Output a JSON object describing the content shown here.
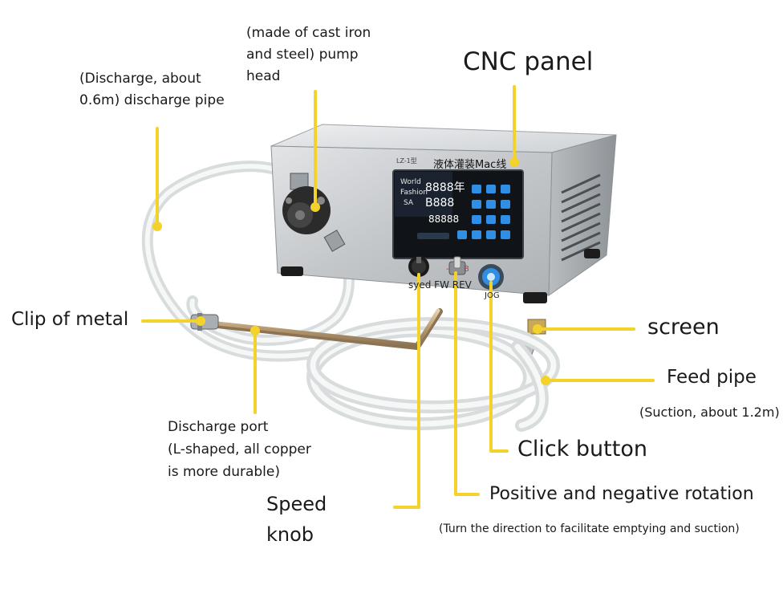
{
  "labels": {
    "pump_head": [
      "(made of cast iron",
      "and steel) pump",
      "head"
    ],
    "discharge_pipe": [
      "(Discharge, about",
      "0.6m) discharge pipe"
    ],
    "cnc_panel": "CNC panel",
    "clip_of_metal": "Clip of metal",
    "screen": "screen",
    "feed_pipe": "Feed pipe",
    "feed_pipe_note": "(Suction, about 1.2m)",
    "discharge_port": [
      "Discharge port",
      "(L-shaped, all copper",
      "is more durable)"
    ],
    "click_button": "Click button",
    "speed_knob": [
      "Speed",
      "knob"
    ],
    "rotation": "Positive and negative rotation",
    "rotation_note": "(Turn the direction to facilitate emptying and suction)"
  },
  "device": {
    "model_plate": "LZ-1型",
    "display_title": "液体灌装Mac线",
    "display_brand": [
      "World",
      "Fashion",
      "SA"
    ],
    "display_line1": "8888年",
    "display_line2": "B888",
    "display_line3": "88888",
    "switch_marks": [
      "-",
      "B"
    ],
    "front_labels": "syed FW REV",
    "jog_label": "JOG"
  },
  "colors": {
    "leader": "#f3d22b",
    "text": "#1a1a1a",
    "steel": "#c9ccce",
    "screen": "#101418",
    "keys": "#2f8fe6"
  },
  "icons": [
    "key-icon"
  ]
}
